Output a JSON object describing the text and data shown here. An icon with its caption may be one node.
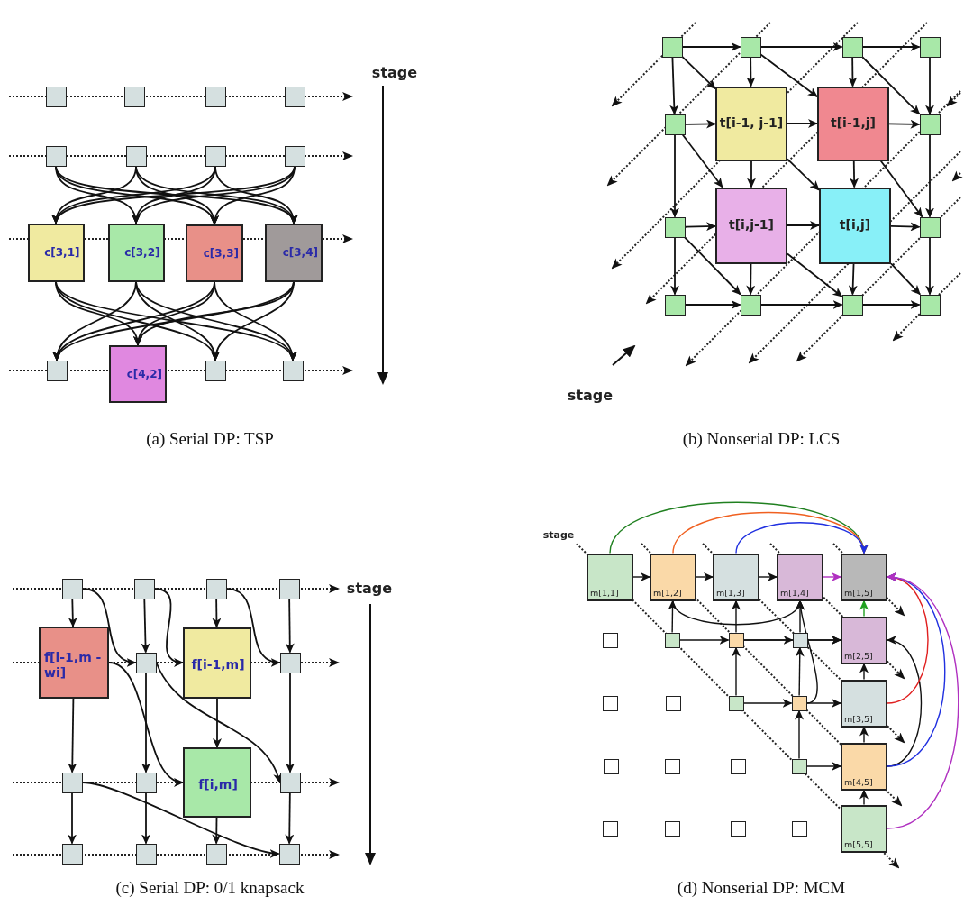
{
  "diagram": {
    "nodes": [
      {
        "text": [],
        "shape": "box"
      },
      {
        "text": [],
        "shape": "box"
      },
      {
        "text": [],
        "shape": "box"
      },
      {
        "text": [],
        "shape": "box"
      },
      {
        "text": [],
        "shape": "box"
      },
      {
        "text": [],
        "shape": "box"
      },
      {
        "text": [],
        "shape": "box"
      },
      {
        "text": [],
        "shape": "box"
      },
      {
        "text": [
          "c[3,1]"
        ]
      },
      {
        "text": [
          "c[3,2]"
        ]
      },
      {
        "text": [
          "c[3,3]"
        ]
      },
      {
        "text": [
          "c[3,4]"
        ]
      },
      {
        "text": [],
        "shape": "box"
      },
      {
        "text": [
          "c[4,2]"
        ]
      },
      {
        "text": [],
        "shape": "box"
      },
      {
        "text": [],
        "shape": "box"
      },
      {
        "text": [],
        "shape": "box"
      },
      {
        "text": [],
        "shape": "box"
      },
      {
        "text": [],
        "shape": "box"
      },
      {
        "text": [],
        "shape": "box"
      },
      {
        "text": [],
        "shape": "box"
      },
      {
        "text": [
          "t[i-1, j-1]"
        ]
      },
      {
        "text": [
          "t[i-1,j]"
        ]
      },
      {
        "text": [],
        "shape": "box"
      },
      {
        "text": [],
        "shape": "box"
      },
      {
        "text": [
          "t[i,j-1]"
        ]
      },
      {
        "text": [
          "t[i,j]"
        ]
      },
      {
        "text": [],
        "shape": "box"
      },
      {
        "text": [],
        "shape": "box"
      },
      {
        "text": [],
        "shape": "box"
      },
      {
        "text": [],
        "shape": "box"
      },
      {
        "text": [],
        "shape": "box"
      },
      {
        "text": [],
        "shape": "box"
      },
      {
        "text": [],
        "shape": "box"
      },
      {
        "text": [],
        "shape": "box"
      },
      {
        "text": [],
        "shape": "box"
      },
      {
        "text": [
          "f[i-1,m -wi]"
        ]
      },
      {
        "text": [],
        "shape": "box"
      },
      {
        "text": [
          "f[i-1,m]"
        ]
      },
      {
        "text": [],
        "shape": "box"
      },
      {
        "text": [],
        "shape": "box"
      },
      {
        "text": [],
        "shape": "box"
      },
      {
        "text": [
          "f[i,m]"
        ]
      },
      {
        "text": [],
        "shape": "box"
      },
      {
        "text": [],
        "shape": "box"
      },
      {
        "text": [],
        "shape": "box"
      },
      {
        "text": [],
        "shape": "box"
      },
      {
        "text": [],
        "shape": "box"
      },
      {
        "text": [
          "m[1,1]"
        ]
      },
      {
        "text": [
          "m[1,2]"
        ]
      },
      {
        "text": [
          "m[1,3]"
        ]
      },
      {
        "text": [
          "m[1,4]"
        ]
      },
      {
        "text": [
          "m[1,5]"
        ]
      },
      {
        "text": [],
        "shape": "box"
      },
      {
        "text": [],
        "shape": "box"
      },
      {
        "text": [],
        "shape": "box"
      },
      {
        "text": [],
        "shape": "box"
      },
      {
        "text": [
          "m[2,5]"
        ]
      },
      {
        "text": [],
        "shape": "box"
      },
      {
        "text": [],
        "shape": "box"
      },
      {
        "text": [],
        "shape": "box"
      },
      {
        "text": [],
        "shape": "box"
      },
      {
        "text": [
          "m[3,5]"
        ]
      },
      {
        "text": [],
        "shape": "box"
      },
      {
        "text": [],
        "shape": "box"
      },
      {
        "text": [],
        "shape": "box"
      },
      {
        "text": [],
        "shape": "box"
      },
      {
        "text": [
          "m[4,5]"
        ]
      },
      {
        "text": [],
        "shape": "box"
      },
      {
        "text": [],
        "shape": "box"
      },
      {
        "text": [],
        "shape": "box"
      },
      {
        "text": [],
        "shape": "box"
      },
      {
        "text": [
          "m[5,5]"
        ]
      }
    ],
    "edges": [
      {
        "from": 4,
        "to": 9,
        "arrow": "to"
      },
      {
        "from": 4,
        "to": 10,
        "arrow": "to"
      },
      {
        "from": 4,
        "to": 11,
        "arrow": "to"
      },
      {
        "from": 5,
        "to": 8,
        "arrow": "to"
      },
      {
        "from": 5,
        "to": 10,
        "arrow": "to"
      },
      {
        "from": 5,
        "to": 11,
        "arrow": "to"
      },
      {
        "from": 6,
        "to": 8,
        "arrow": "to"
      },
      {
        "from": 6,
        "to": 9,
        "arrow": "to"
      },
      {
        "from": 6,
        "to": 11,
        "arrow": "to"
      },
      {
        "from": 7,
        "to": 8,
        "arrow": "to"
      },
      {
        "from": 7,
        "to": 9,
        "arrow": "to"
      },
      {
        "from": 7,
        "to": 10,
        "arrow": "to"
      },
      {
        "from": 8,
        "to": 13,
        "arrow": "to"
      },
      {
        "from": 8,
        "to": 14,
        "arrow": "to"
      },
      {
        "from": 8,
        "to": 15,
        "arrow": "to"
      },
      {
        "from": 9,
        "to": 12,
        "arrow": "to"
      },
      {
        "from": 9,
        "to": 14,
        "arrow": "to"
      },
      {
        "from": 9,
        "to": 15,
        "arrow": "to"
      },
      {
        "from": 10,
        "to": 12,
        "arrow": "to"
      },
      {
        "from": 10,
        "to": 13,
        "arrow": "to"
      },
      {
        "from": 10,
        "to": 15,
        "arrow": "to"
      },
      {
        "from": 11,
        "to": 12,
        "arrow": "to"
      },
      {
        "from": 11,
        "to": 13,
        "arrow": "to"
      },
      {
        "from": 11,
        "to": 14,
        "arrow": "to"
      },
      {
        "from": 16,
        "to": 17,
        "arrow": "to"
      },
      {
        "from": 17,
        "to": 18,
        "arrow": "to"
      },
      {
        "from": 18,
        "to": 19,
        "arrow": "to"
      },
      {
        "from": 16,
        "to": 20,
        "arrow": "to"
      },
      {
        "from": 16,
        "to": 21,
        "arrow": "to"
      },
      {
        "from": 17,
        "to": 21,
        "arrow": "to"
      },
      {
        "from": 17,
        "to": 22,
        "arrow": "to"
      },
      {
        "from": 18,
        "to": 22,
        "arrow": "to"
      },
      {
        "from": 18,
        "to": 23,
        "arrow": "to"
      },
      {
        "from": 19,
        "to": 23,
        "arrow": "to"
      },
      {
        "from": 20,
        "to": 21,
        "arrow": "to"
      },
      {
        "from": 21,
        "to": 22,
        "arrow": "to"
      },
      {
        "from": 22,
        "to": 23,
        "arrow": "to"
      },
      {
        "from": 20,
        "to": 24,
        "arrow": "to"
      },
      {
        "from": 20,
        "to": 25,
        "arrow": "to"
      },
      {
        "from": 21,
        "to": 25,
        "arrow": "to"
      },
      {
        "from": 21,
        "to": 26,
        "arrow": "to"
      },
      {
        "from": 22,
        "to": 26,
        "arrow": "to"
      },
      {
        "from": 22,
        "to": 27,
        "arrow": "to"
      },
      {
        "from": 23,
        "to": 27,
        "arrow": "to"
      },
      {
        "from": 24,
        "to": 25,
        "arrow": "to"
      },
      {
        "from": 25,
        "to": 26,
        "arrow": "to"
      },
      {
        "from": 26,
        "to": 27,
        "arrow": "to"
      },
      {
        "from": 24,
        "to": 28,
        "arrow": "to"
      },
      {
        "from": 24,
        "to": 29,
        "arrow": "to"
      },
      {
        "from": 25,
        "to": 29,
        "arrow": "to"
      },
      {
        "from": 25,
        "to": 30,
        "arrow": "to"
      },
      {
        "from": 26,
        "to": 30,
        "arrow": "to"
      },
      {
        "from": 26,
        "to": 31,
        "arrow": "to"
      },
      {
        "from": 27,
        "to": 31,
        "arrow": "to"
      },
      {
        "from": 28,
        "to": 29,
        "arrow": "to"
      },
      {
        "from": 29,
        "to": 30,
        "arrow": "to"
      },
      {
        "from": 30,
        "to": 31,
        "arrow": "to"
      },
      {
        "from": 32,
        "to": 36,
        "arrow": "to"
      },
      {
        "from": 32,
        "to": 37,
        "arrow": "to"
      },
      {
        "from": 33,
        "to": 37,
        "arrow": "to"
      },
      {
        "from": 33,
        "to": 38,
        "arrow": "to"
      },
      {
        "from": 34,
        "to": 38,
        "arrow": "to"
      },
      {
        "from": 34,
        "to": 39,
        "arrow": "to"
      },
      {
        "from": 35,
        "to": 39,
        "arrow": "to"
      },
      {
        "from": 36,
        "to": 40,
        "arrow": "to"
      },
      {
        "from": 36,
        "to": 42,
        "arrow": "to"
      },
      {
        "from": 37,
        "to": 41,
        "arrow": "to"
      },
      {
        "from": 37,
        "to": 43,
        "arrow": "to"
      },
      {
        "from": 38,
        "to": 42,
        "arrow": "to"
      },
      {
        "from": 39,
        "to": 43,
        "arrow": "to"
      },
      {
        "from": 40,
        "to": 44,
        "arrow": "to"
      },
      {
        "from": 40,
        "to": 47,
        "arrow": "to"
      },
      {
        "from": 41,
        "to": 45,
        "arrow": "to"
      },
      {
        "from": 42,
        "to": 46,
        "arrow": "to"
      },
      {
        "from": 43,
        "to": 47,
        "arrow": "to"
      },
      {
        "from": 48,
        "to": 49,
        "arrow": "to"
      },
      {
        "from": 49,
        "to": 50,
        "arrow": "to"
      },
      {
        "from": 50,
        "to": 51,
        "arrow": "to"
      },
      {
        "from": 51,
        "to": 52,
        "arrow": "to",
        "color": "#b030c0"
      },
      {
        "from": 57,
        "to": 52,
        "arrow": "to",
        "color": "#20a020"
      },
      {
        "from": 62,
        "to": 57,
        "arrow": "to"
      },
      {
        "from": 67,
        "to": 62,
        "arrow": "to"
      },
      {
        "from": 72,
        "to": 67,
        "arrow": "to"
      },
      {
        "from": 54,
        "to": 49,
        "arrow": "to"
      },
      {
        "from": 54,
        "to": 55,
        "arrow": "to"
      },
      {
        "from": 55,
        "to": 56,
        "arrow": "to"
      },
      {
        "from": 56,
        "to": 57,
        "arrow": "to"
      },
      {
        "from": 55,
        "to": 50,
        "arrow": "to"
      },
      {
        "from": 56,
        "to": 51,
        "arrow": "to"
      },
      {
        "from": 61,
        "to": 56,
        "arrow": "to"
      },
      {
        "from": 60,
        "to": 55,
        "arrow": "to"
      },
      {
        "from": 60,
        "to": 61,
        "arrow": "to"
      },
      {
        "from": 61,
        "to": 62,
        "arrow": "to"
      },
      {
        "from": 66,
        "to": 61,
        "arrow": "to"
      },
      {
        "from": 66,
        "to": 67,
        "arrow": "to"
      },
      {
        "from": 61,
        "to": 51,
        "arrow": "to"
      },
      {
        "from": 49,
        "to": 51,
        "arrow": "to"
      },
      {
        "from": 55,
        "to": 57,
        "arrow": "to"
      },
      {
        "from": 67,
        "to": 57,
        "arrow": "to"
      },
      {
        "from": 48,
        "to": 52,
        "arrow": "to",
        "color": "#208020"
      },
      {
        "from": 49,
        "to": 52,
        "arrow": "to",
        "color": "#f06020"
      },
      {
        "from": 50,
        "to": 52,
        "arrow": "to",
        "color": "#2030e0"
      },
      {
        "from": 62,
        "to": 52,
        "arrow": "to",
        "color": "#e02020"
      },
      {
        "from": 67,
        "to": 52,
        "arrow": "to",
        "color": "#2030e0"
      },
      {
        "from": 72,
        "to": 52,
        "arrow": "to",
        "color": "#b030c0"
      }
    ],
    "labels": [
      "stage",
      "stage",
      "(a) Serial DP: TSP",
      "(b) Nonserial DP: LCS",
      "stage",
      "stage",
      "(c) Serial DP: 0/1 knapsack",
      "(d) Nonserial DP: MCM"
    ]
  }
}
